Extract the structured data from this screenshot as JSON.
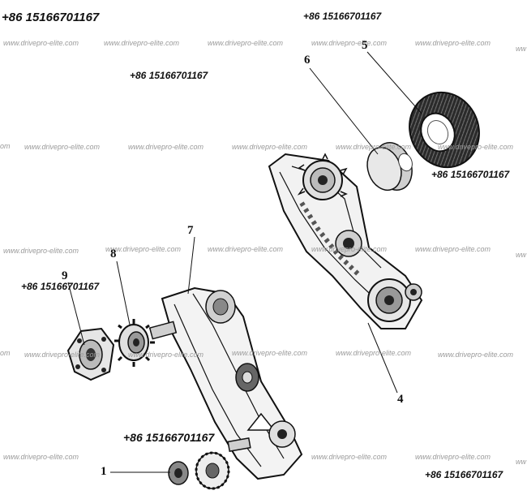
{
  "watermark": {
    "text": "www.drivepro-elite.com",
    "edge_fragment": "ww",
    "edge_fragment_left": "om"
  },
  "phone": "+86 15166701167",
  "callouts": [
    "1",
    "4",
    "5",
    "6",
    "7",
    "8",
    "9"
  ],
  "colors": {
    "line": "#1a1a1a",
    "shade": "#8a8a8a",
    "light": "#d9d9d9",
    "watermark": "#9a9a9a"
  }
}
